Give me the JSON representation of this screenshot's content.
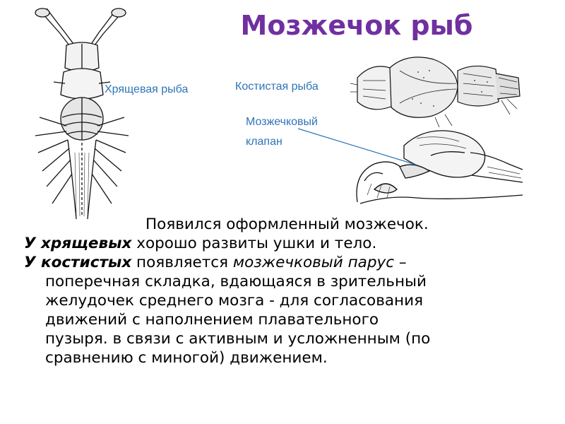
{
  "title": "Мозжечок рыб",
  "labels": {
    "cartilaginous": "Хрящевая рыба",
    "bony": "Костистая рыба",
    "valve_line1": "Мозжечковый",
    "valve_line2": "клапан"
  },
  "body": {
    "intro": "Появился оформленный мозжечок.",
    "p1_bold": "У хрящевых",
    "p1_rest": " хорошо развиты ушки и тело.",
    "p2_bold": "У костистых",
    "p2_a": " появляется ",
    "p2_italic": "мозжечковый парус",
    "p2_b": " –",
    "p2_l2": "поперечная складка, вдающаяся в зрительный",
    "p2_l3": "желудочек среднего мозга - для согласования",
    "p2_l4": "движений с наполнением плавательного",
    "p2_l5": "пузыря. в связи с активным и усложненным (по",
    "p2_l6": "сравнению с миногой) движением."
  },
  "colors": {
    "title": "#7030a0",
    "label": "#2e75b6"
  }
}
